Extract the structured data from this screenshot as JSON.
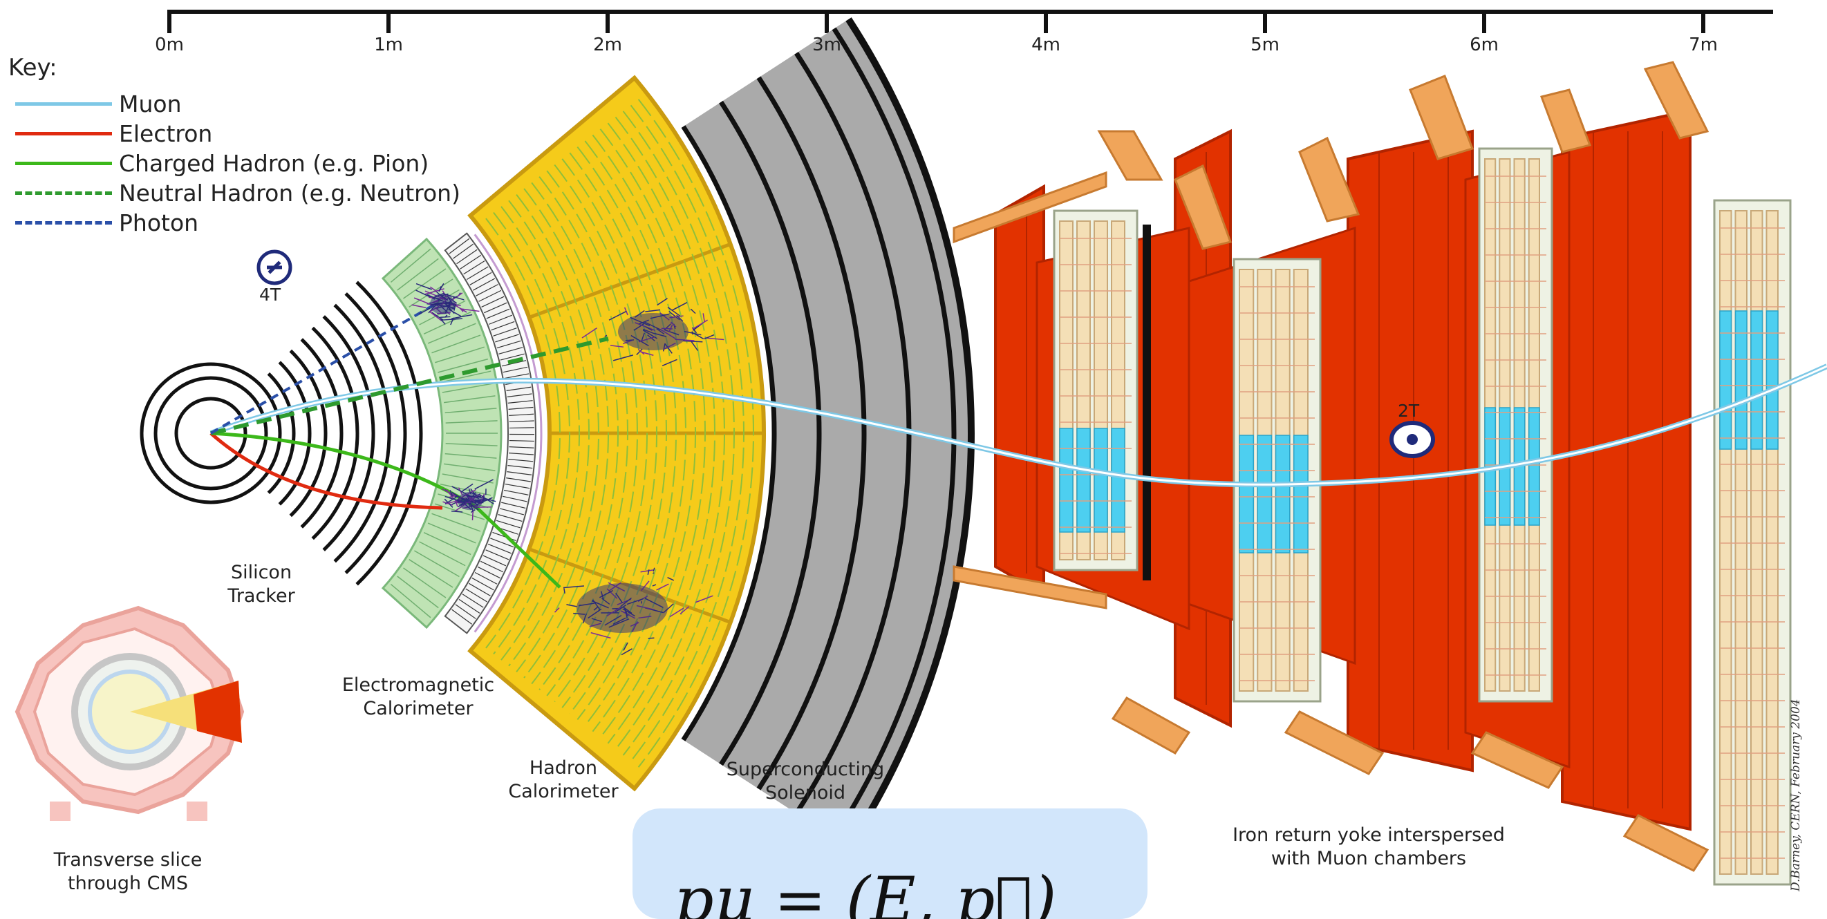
{
  "scale": {
    "ticks": [
      "0m",
      "1m",
      "2m",
      "3m",
      "4m",
      "5m",
      "6m",
      "7m"
    ]
  },
  "key": {
    "title": "Key:",
    "items": [
      {
        "label": "Muon",
        "color": "#7ec8e6",
        "style": "solid"
      },
      {
        "label": "Electron",
        "color": "#e02a10",
        "style": "solid"
      },
      {
        "label": "Charged Hadron (e.g. Pion)",
        "color": "#3cb81a",
        "style": "solid"
      },
      {
        "label": "Neutral Hadron (e.g. Neutron)",
        "color": "#2e9a2e",
        "style": "dashed"
      },
      {
        "label": "Photon",
        "color": "#2a4fa8",
        "style": "dashed"
      }
    ]
  },
  "fields": {
    "inner": "4T",
    "outer": "2T"
  },
  "labels": {
    "silicon_tracker": [
      "Silicon",
      "Tracker"
    ],
    "ecal": [
      "Electromagnetic",
      "Calorimeter"
    ],
    "hcal": [
      "Hadron",
      "Calorimeter"
    ],
    "solenoid": [
      "Superconducting",
      "Solenoid"
    ],
    "yoke": [
      "Iron return yoke interspersed",
      "with Muon chambers"
    ],
    "transverse": [
      "Transverse slice",
      "through CMS"
    ]
  },
  "credit": "D.Barney, CERN, February 2004",
  "formula": "pμ = (E, p⃗)",
  "colors": {
    "yoke": "#e23200",
    "yoke_edge": "#b22400",
    "hcal": "#f5cb1a",
    "hcal_edge": "#c99a10",
    "ecal": "#bfe3b4",
    "solenoid": "#aaaaaa",
    "muon_chamber": "#f4dfb6",
    "muon_hit": "#4dcff0",
    "flange": "#f0a55a"
  }
}
